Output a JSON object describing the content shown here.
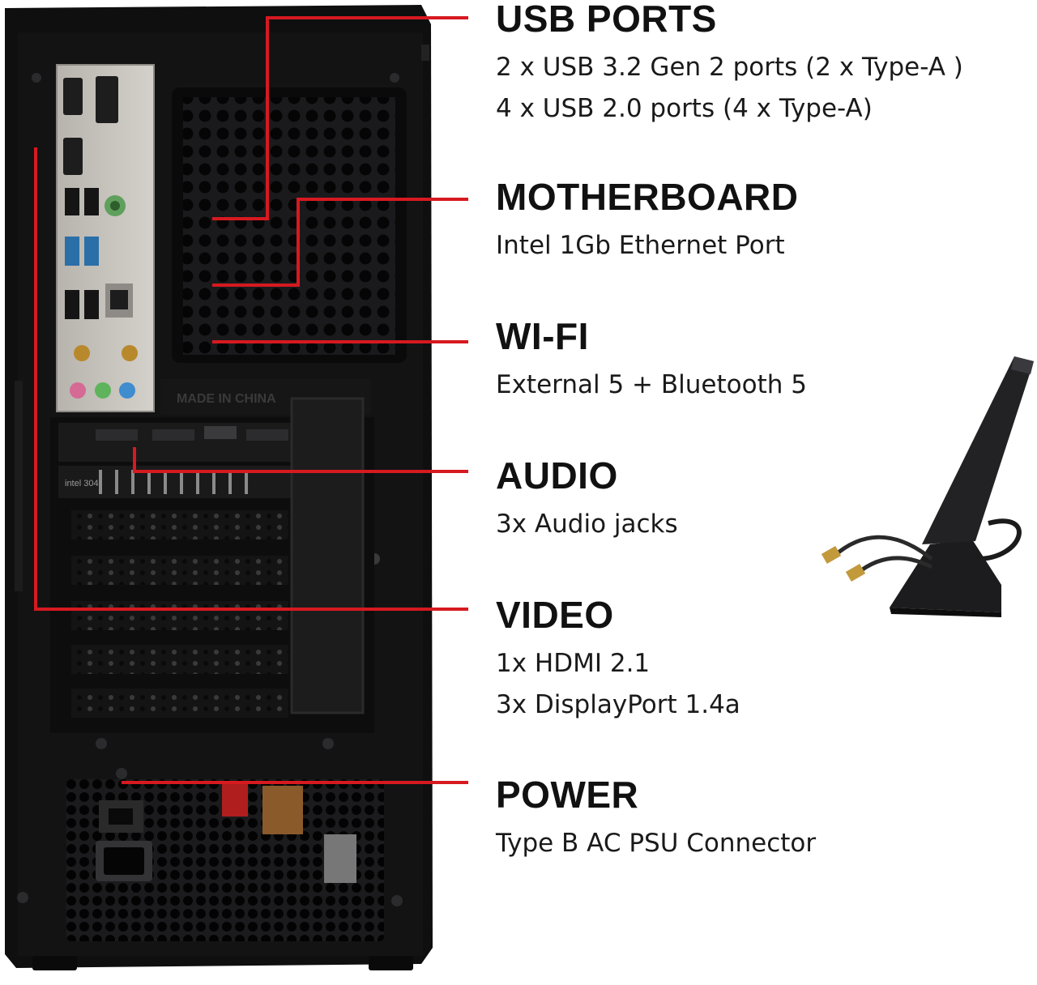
{
  "colors": {
    "leader": "#d71920",
    "case": "#0f0f10",
    "text": "#111111"
  },
  "sections": [
    {
      "id": "usb",
      "title": "USB PORTS",
      "lines": [
        "2 x USB 3.2 Gen 2 ports (2 x Type-A )",
        "4 x USB 2.0 ports (4 x Type-A)"
      ]
    },
    {
      "id": "motherboard",
      "title": "MOTHERBOARD",
      "lines": [
        "Intel 1Gb Ethernet Port"
      ]
    },
    {
      "id": "wifi",
      "title": "WI-FI",
      "lines": [
        "External 5 + Bluetooth 5"
      ]
    },
    {
      "id": "audio",
      "title": "AUDIO",
      "lines": [
        "3x Audio jacks"
      ]
    },
    {
      "id": "video",
      "title": "VIDEO",
      "lines": [
        "1x HDMI 2.1",
        "3x DisplayPort 1.4a"
      ]
    },
    {
      "id": "power",
      "title": "POWER",
      "lines": [
        "Type B AC PSU Connector"
      ]
    }
  ],
  "io_shield": {
    "imprint": "MADE IN CHINA",
    "card_label": "intel 304"
  }
}
